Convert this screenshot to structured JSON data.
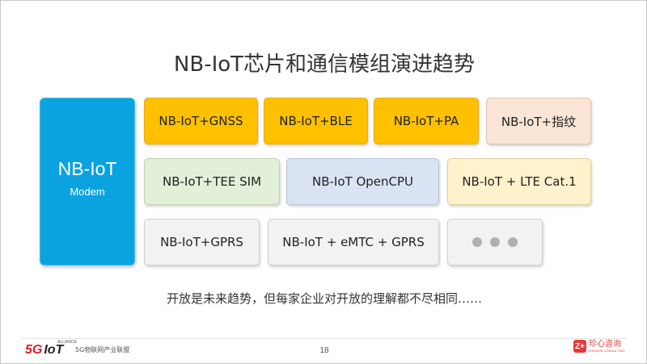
{
  "title": "NB-IoT芯片和通信模组演进趋势",
  "modem": {
    "name": "NB-IoT",
    "sub": "Modem"
  },
  "row1": [
    "NB-IoT+GNSS",
    "NB-IoT+BLE",
    "NB-IoT+PA",
    "NB-IoT+指纹"
  ],
  "row2": [
    "NB-IoT+TEE SIM",
    "NB-IoT OpenCPU",
    "NB-IoT + LTE Cat.1"
  ],
  "row3": [
    "NB-IoT+GPRS",
    "NB-IoT + eMTC + GPRS"
  ],
  "note": "开放是未来趋势，但每家企业对开放的理解都不尽相同……",
  "footer": {
    "logo_5g": "5G",
    "logo_iot": "IoT",
    "logo_tag": "ALLIANCE",
    "alliance": "5G物联网产业联盟",
    "page": "18",
    "brand_mark": "Z+",
    "brand_cn": "珍心咨询",
    "brand_en": "ZHENXIN CONSULTING"
  },
  "colors": {
    "modem": "#0aa3e0",
    "orange": "#ffc000",
    "pink": "#fbe5d6",
    "green": "#e2f0d9",
    "blue": "#dae3f3",
    "yellow": "#fff2cc",
    "gray": "#f2f2f2"
  },
  "icons": {
    "more": "ellipsis-dots-icon"
  }
}
